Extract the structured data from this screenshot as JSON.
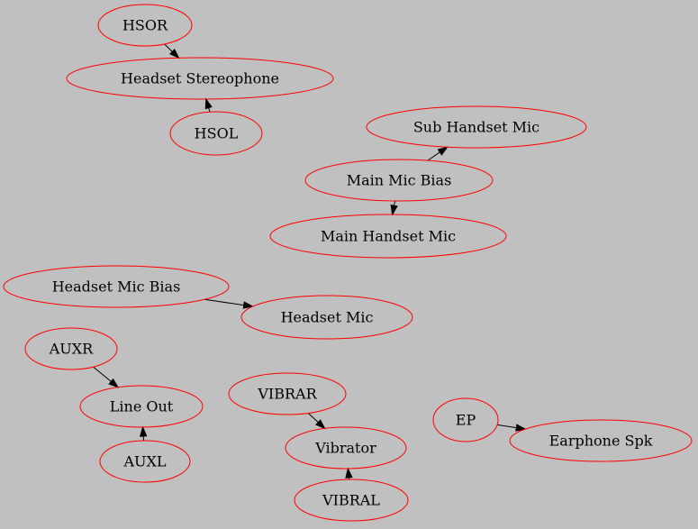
{
  "graph": {
    "background": "#c0c0c0",
    "node_color": "#ff0000",
    "edge_color": "#000000",
    "nodes": [
      {
        "id": "hsor",
        "label": "HSOR"
      },
      {
        "id": "hs",
        "label": "Headset Stereophone"
      },
      {
        "id": "hsol",
        "label": "HSOL"
      },
      {
        "id": "shm",
        "label": "Sub Handset Mic"
      },
      {
        "id": "mmb",
        "label": "Main Mic Bias"
      },
      {
        "id": "mhm",
        "label": "Main Handset Mic"
      },
      {
        "id": "hmb",
        "label": "Headset Mic Bias"
      },
      {
        "id": "hm",
        "label": "Headset Mic"
      },
      {
        "id": "auxr",
        "label": "AUXR"
      },
      {
        "id": "lo",
        "label": "Line Out"
      },
      {
        "id": "auxl",
        "label": "AUXL"
      },
      {
        "id": "vibrar",
        "label": "VIBRAR"
      },
      {
        "id": "vib",
        "label": "Vibrator"
      },
      {
        "id": "vibral",
        "label": "VIBRAL"
      },
      {
        "id": "ep",
        "label": "EP"
      },
      {
        "id": "es",
        "label": "Earphone Spk"
      }
    ],
    "edges": [
      {
        "from": "hsor",
        "to": "hs"
      },
      {
        "from": "hsol",
        "to": "hs"
      },
      {
        "from": "mmb",
        "to": "shm"
      },
      {
        "from": "mmb",
        "to": "mhm"
      },
      {
        "from": "hmb",
        "to": "hm"
      },
      {
        "from": "auxr",
        "to": "lo"
      },
      {
        "from": "auxl",
        "to": "lo"
      },
      {
        "from": "vibrar",
        "to": "vib"
      },
      {
        "from": "vibral",
        "to": "vib"
      },
      {
        "from": "ep",
        "to": "es"
      }
    ]
  }
}
